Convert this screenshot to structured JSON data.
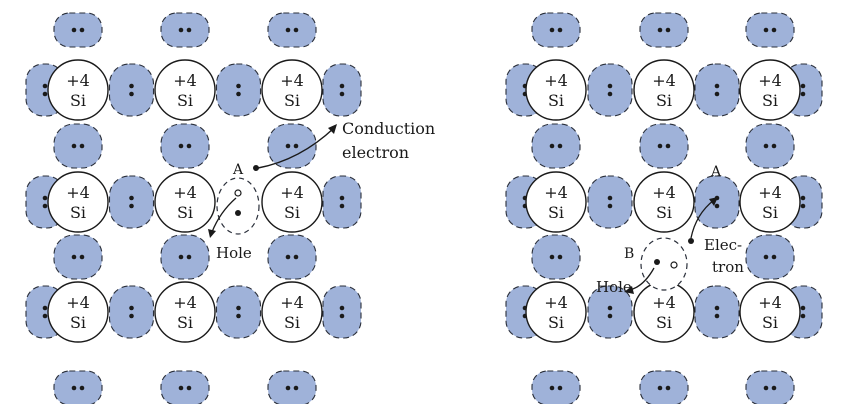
{
  "atom": {
    "charge": "+4",
    "element": "Si"
  },
  "colors": {
    "bond": "#9fb2d9",
    "bond_edge": "#2a2f3a",
    "atom_fill": "#ffffff",
    "ink": "#1a1a1a"
  },
  "panels": [
    {
      "id": "left",
      "labels": {
        "site": "A",
        "conduction_line1": "Conduction",
        "conduction_line2": "electron",
        "hole": "Hole"
      }
    },
    {
      "id": "right",
      "labels": {
        "site_a": "A",
        "site_b": "B",
        "electron_line1": "Elec-",
        "electron_line2": "tron",
        "hole": "Hole"
      }
    }
  ]
}
